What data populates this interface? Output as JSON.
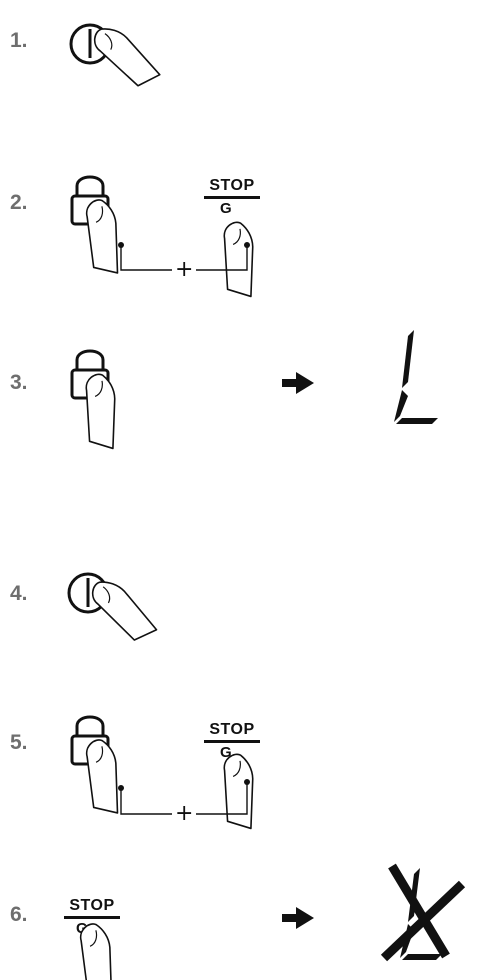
{
  "steps": [
    {
      "number": "1.",
      "action": "press-power"
    },
    {
      "number": "2.",
      "action": "press-lock-and-stop-together",
      "combine_symbol": "+"
    },
    {
      "number": "3.",
      "action": "press-lock",
      "result_display": "L"
    },
    {
      "number": "4.",
      "action": "press-power"
    },
    {
      "number": "5.",
      "action": "press-lock-and-stop-together",
      "combine_symbol": "+"
    },
    {
      "number": "6.",
      "action": "press-stop",
      "result_display": "L-crossed"
    }
  ],
  "stop_button": {
    "word": "STOP",
    "sub": "G"
  },
  "icons": {
    "power": "power-icon",
    "lock": "lock-icon",
    "finger": "finger-icon",
    "arrow": "arrow-right-icon",
    "display_l": "seven-segment-l-icon",
    "cross": "cross-icon"
  },
  "colors": {
    "line": "#111111",
    "number": "#6e6e6e"
  }
}
